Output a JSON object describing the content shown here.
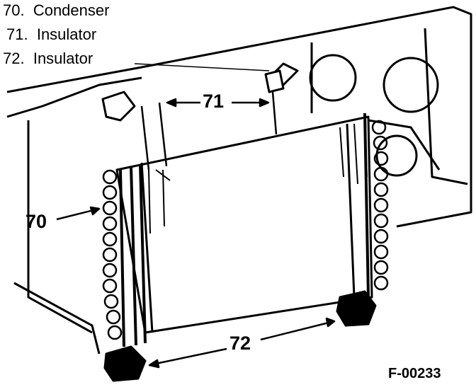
{
  "legend": [
    {
      "num": "70.",
      "label": "Condenser"
    },
    {
      "num": "71.",
      "label": "Insulator"
    },
    {
      "num": "72.",
      "label": "Insulator"
    }
  ],
  "callouts": {
    "c70": "70",
    "c71": "71",
    "c72": "72"
  },
  "figure_id": "F-00233"
}
